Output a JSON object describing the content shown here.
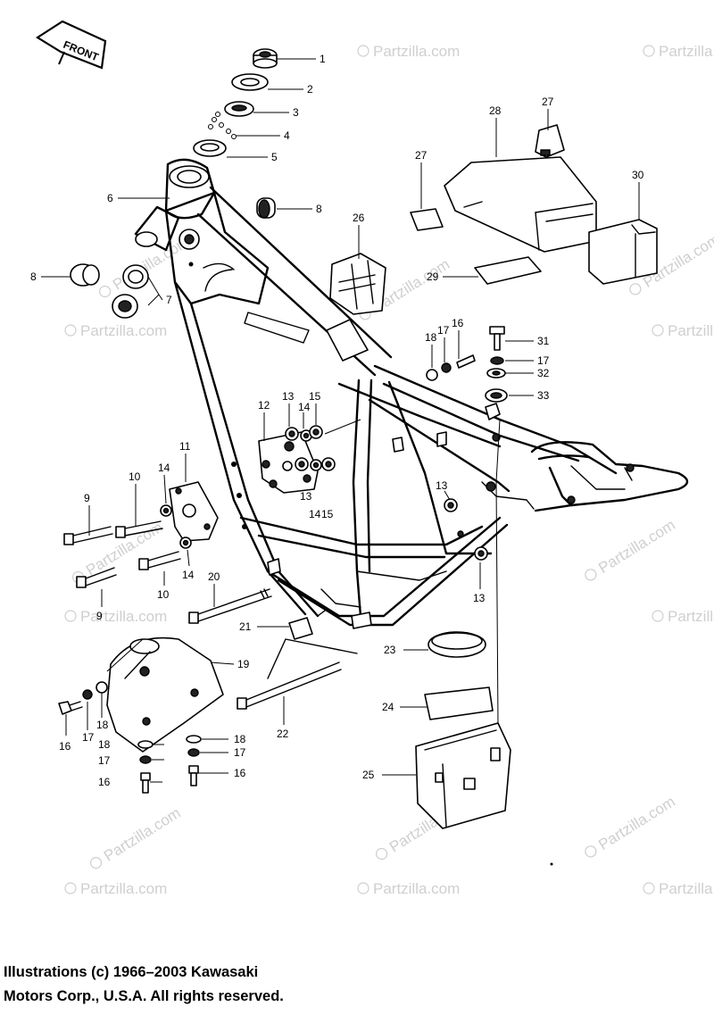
{
  "front_badge": "FRONT",
  "watermarks": [
    "Partzilla.com",
    "Partzilla.com",
    "Partzilla.com",
    "Partzilla.com",
    "Partzilla.com",
    "Partzilla.com",
    "Partzilla.com",
    "Partzilla.com",
    "Partzilla.com",
    "Partzilla.com",
    "Partzilla.com",
    "Partzilla.com",
    "Partzilla.com",
    "Partzilla.com",
    "Partzilla.com",
    "Partzilla.com",
    "Partzilla.com"
  ],
  "callouts": [
    "1",
    "2",
    "3",
    "4",
    "5",
    "6",
    "8",
    "8",
    "7",
    "26",
    "28",
    "27",
    "27",
    "30",
    "29",
    "18",
    "17",
    "16",
    "31",
    "17",
    "32",
    "33",
    "12",
    "13",
    "14",
    "15",
    "13",
    "14",
    "15",
    "11",
    "14",
    "10",
    "9",
    "14",
    "10",
    "9",
    "20",
    "13",
    "13",
    "21",
    "19",
    "23",
    "22",
    "24",
    "16",
    "17",
    "18",
    "18",
    "17",
    "16",
    "18",
    "17",
    "16",
    "25"
  ],
  "copyright": {
    "line1": "Illustrations (c) 1966–2003 Kawasaki",
    "line2": "Motors Corp., U.S.A.  All rights reserved."
  },
  "colors": {
    "ink": "#000000",
    "watermark": "#cfcfcf",
    "background": "#ffffff"
  }
}
